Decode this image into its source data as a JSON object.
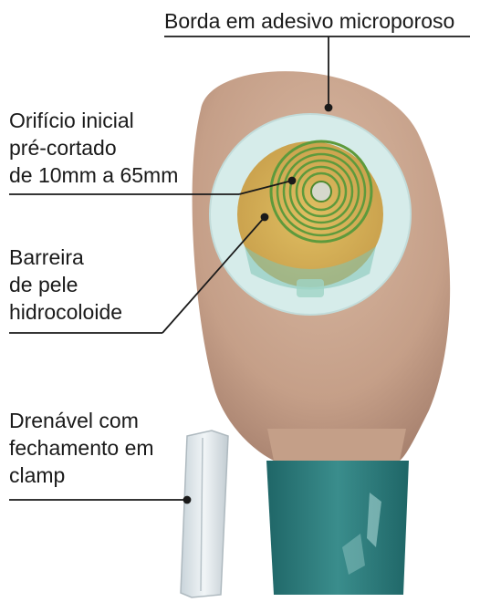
{
  "labels": {
    "border": {
      "lines": [
        "Borda em adesivo microporoso"
      ]
    },
    "opening": {
      "lines": [
        "Orifício inicial",
        "pré-cortado",
        "de 10mm a 65mm"
      ]
    },
    "barrier": {
      "lines": [
        "Barreira",
        "de pele",
        "hidrocoloide"
      ]
    },
    "drain": {
      "lines": [
        "Drenável com",
        "fechamento em",
        "clamp"
      ]
    }
  },
  "colors": {
    "pouch": "#c9a58e",
    "adhesive_ring": "#d6ecea",
    "barrier": "#d2ac56",
    "stoma_rings": "#5e9a3c",
    "drain_outlet": "#2e7f80",
    "clamp": "#e4ecf0",
    "leader_line": "#1a1a1a"
  }
}
